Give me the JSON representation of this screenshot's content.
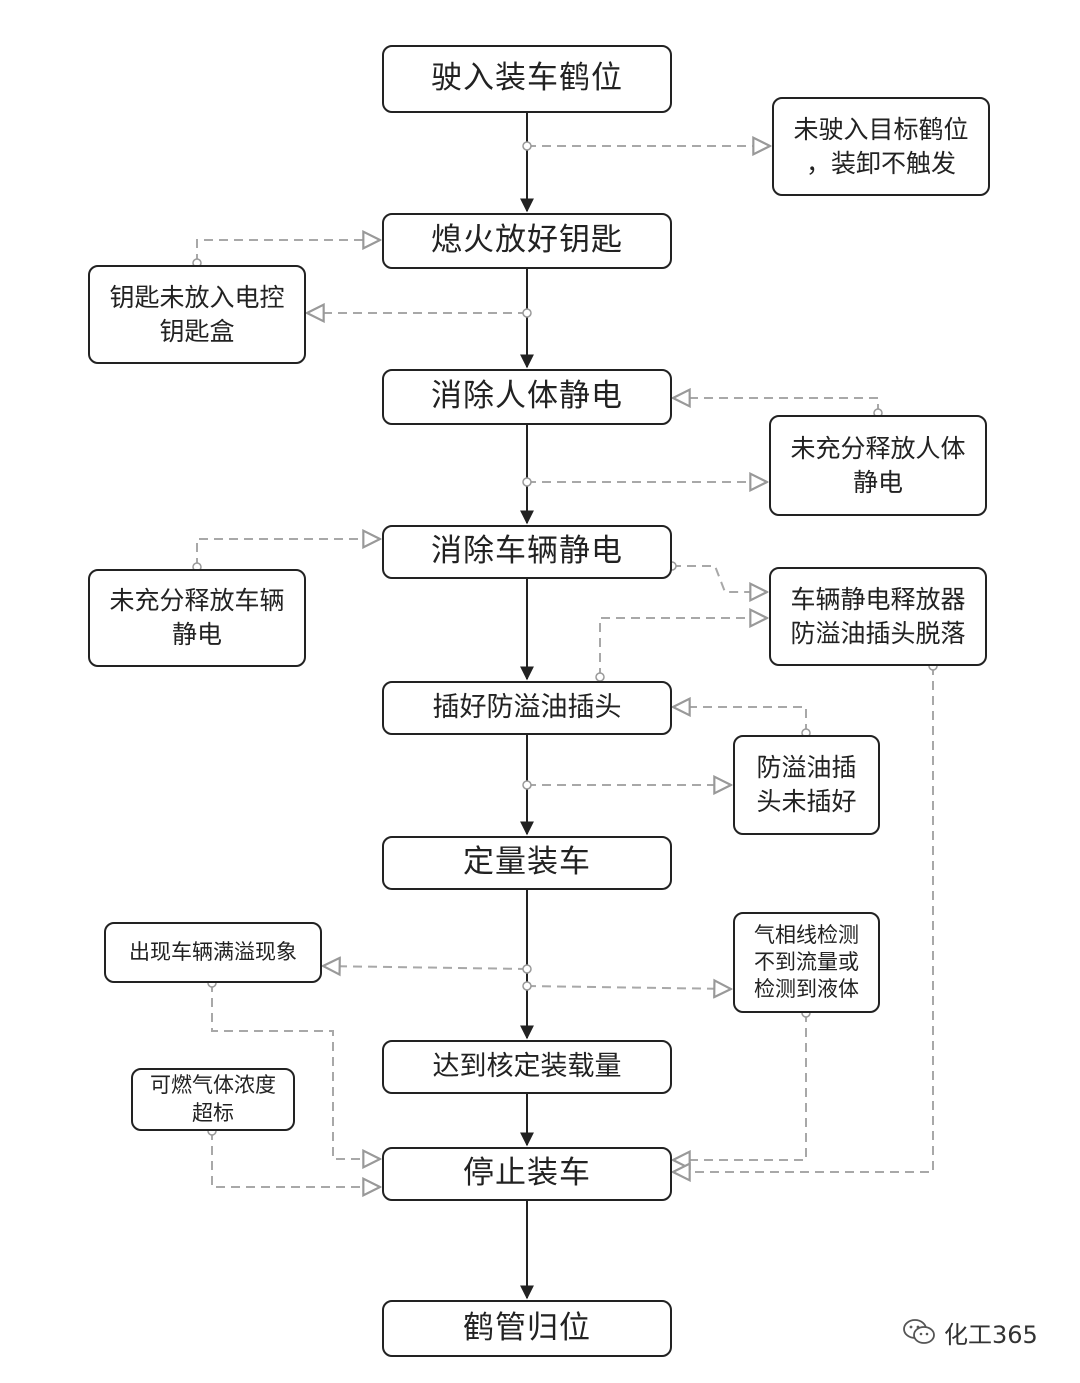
{
  "steps": [
    "驶入装车鹤位",
    "熄火放好钥匙",
    "消除人体静电",
    "消除车辆静电",
    "插好防溢油插头",
    "定量装车",
    "达到核定装载量",
    "停止装车",
    "鹤管归位"
  ],
  "conditions": [
    "未驶入目标鹤位\n，装卸不触发",
    "钥匙未放入电控\n钥匙盒",
    "未充分释放人体\n静电",
    "未充分释放车辆\n静电",
    "车辆静电释放器\n防溢油插头脱落",
    "防溢油插\n头未插好",
    "出现车辆满溢现象",
    "气相线检测\n不到流量或\n检测到液体",
    "可燃气体浓度\n超标"
  ],
  "watermark": {
    "icon": "wechat-icon",
    "text": "化工365"
  },
  "colors": {
    "line": "#222222",
    "dashed": "#a8a8a8"
  }
}
